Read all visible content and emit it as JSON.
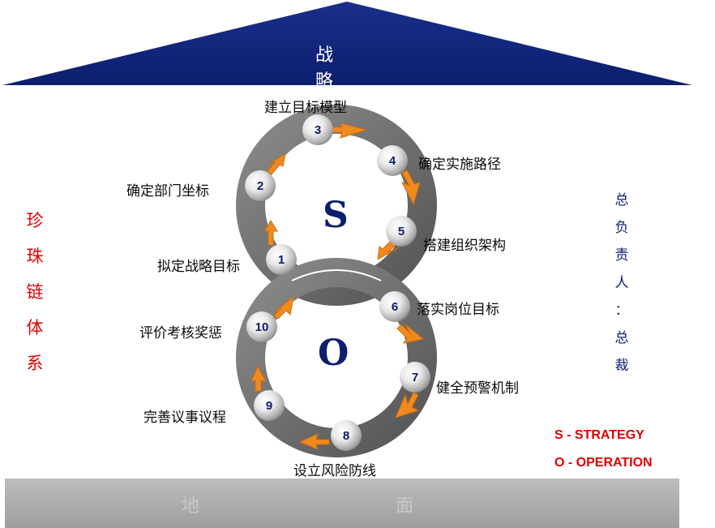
{
  "roof": {
    "title": "战　略"
  },
  "ground": {
    "label": "地　面"
  },
  "left_vertical": [
    "珍",
    "珠",
    "链",
    "体",
    "系"
  ],
  "right_vertical": [
    "总",
    "负",
    "责",
    "人",
    "：",
    "总",
    "裁"
  ],
  "top_loop_letter": "S",
  "bottom_loop_letter": "O",
  "steps": [
    {
      "num": "1",
      "label": "拟定战略目标"
    },
    {
      "num": "2",
      "label": "确定部门坐标"
    },
    {
      "num": "3",
      "label": "建立目标模型"
    },
    {
      "num": "4",
      "label": "确定实施路径"
    },
    {
      "num": "5",
      "label": "搭建组织架构"
    },
    {
      "num": "6",
      "label": "落实岗位目标"
    },
    {
      "num": "7",
      "label": "健全预警机制"
    },
    {
      "num": "8",
      "label": "设立风险防线"
    },
    {
      "num": "9",
      "label": "完善议事议程"
    },
    {
      "num": "10",
      "label": "评价考核奖惩"
    }
  ],
  "legend": {
    "s": "S - STRATEGY",
    "o": "O - OPERATION"
  },
  "colors": {
    "roof": "#0c1e6e",
    "ring": "#6d6d6d",
    "arrow": "#f08a1e",
    "accent_red": "#e00000",
    "text_blue": "#0c1e6e"
  }
}
